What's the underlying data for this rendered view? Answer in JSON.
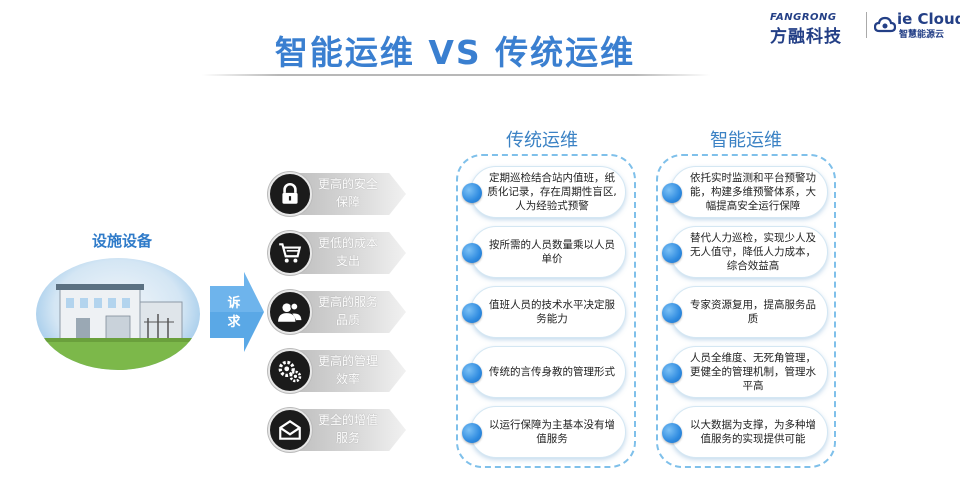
{
  "title": "智能运维 VS 传统运维",
  "logo": {
    "brand_en": "FANGRONG",
    "brand_cn": "方融科技",
    "ie_en": "ie Cloud",
    "ie_cn": "智慧能源云"
  },
  "facility_label": "设施设备",
  "demand_label": "诉求",
  "benefits": [
    {
      "label": "更高的安全保障",
      "icon": "lock-icon"
    },
    {
      "label": "更低的成本支出",
      "icon": "shopping-cart-icon"
    },
    {
      "label": "更高的服务品质",
      "icon": "users-icon"
    },
    {
      "label": "更高的管理效率",
      "icon": "gears-icon"
    },
    {
      "label": "更全的增值服务",
      "icon": "envelope-icon"
    }
  ],
  "traditional": {
    "header": "传统运维",
    "items": [
      "定期巡检结合站内值班，纸质化记录，存在周期性盲区,人为经验式预警",
      "按所需的人员数量乘以人员单价",
      "值班人员的技术水平决定服务能力",
      "传统的言传身教的管理形式",
      "以运行保障为主基本没有增值服务"
    ]
  },
  "smart": {
    "header": "智能运维",
    "items": [
      "依托实时监测和平台预警功能，构建多维预警体系，大幅提高安全运行保障",
      "替代人力巡检，实现少人及无人值守，降低人力成本，综合效益高",
      "专家资源复用，提高服务品质",
      "人员全维度、无死角管理，更健全的管理机制，管理水平高",
      "以大数据为支撑，为多种增值服务的实现提供可能"
    ]
  },
  "colors": {
    "accent": "#3a7fd0",
    "dashed_border": "#7fc0ea",
    "dot": "#2f8be0",
    "dark_circle": "#1b1b1b"
  }
}
